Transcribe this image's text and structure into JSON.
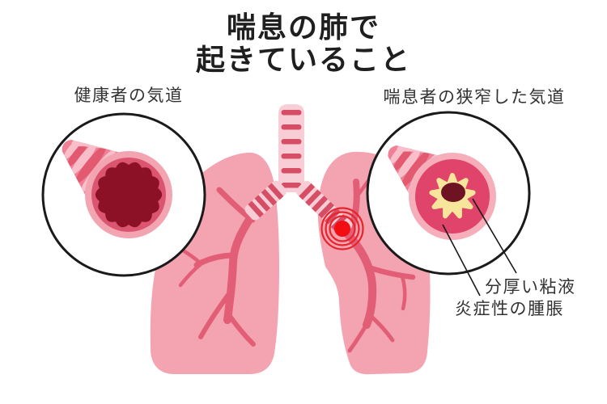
{
  "title": {
    "line1": "喘息の肺で",
    "line2": "起きていること"
  },
  "labels": {
    "healthy_airway": "健康者の気道",
    "asthmatic_airway": "喘息者の狭窄した気道",
    "thick_mucus": "分厚い粘液",
    "inflammatory_swelling": "炎症性の腫脹"
  },
  "icons": {
    "inflammation_target": "concentric-red-rings-inflammation-marker"
  },
  "colors": {
    "background": "#ffffff",
    "title_text": "#1f1f1f",
    "label_text": "#333333",
    "outline_black": "#1a1a1a",
    "lung_pink": "#f4a3b1",
    "bronchial_red": "#e25e76",
    "trachea_light": "#f9cdd6",
    "trachea_band": "#d64e66",
    "tube_body": "#ef8095",
    "tube_light": "#f8bfca",
    "tube_dark": "#e35970",
    "healthy_outer": "#f2a4b1",
    "healthy_ring": "#dc5570",
    "healthy_lumen": "#8c1127",
    "asthma_outer": "#f6aebb",
    "asthma_swollen": "#e0446a",
    "mucus_yellow": "#f8e59c",
    "asthma_lumen": "#6e1322",
    "alert_red": "#f20d12",
    "alert_ring": "#e6242b"
  }
}
